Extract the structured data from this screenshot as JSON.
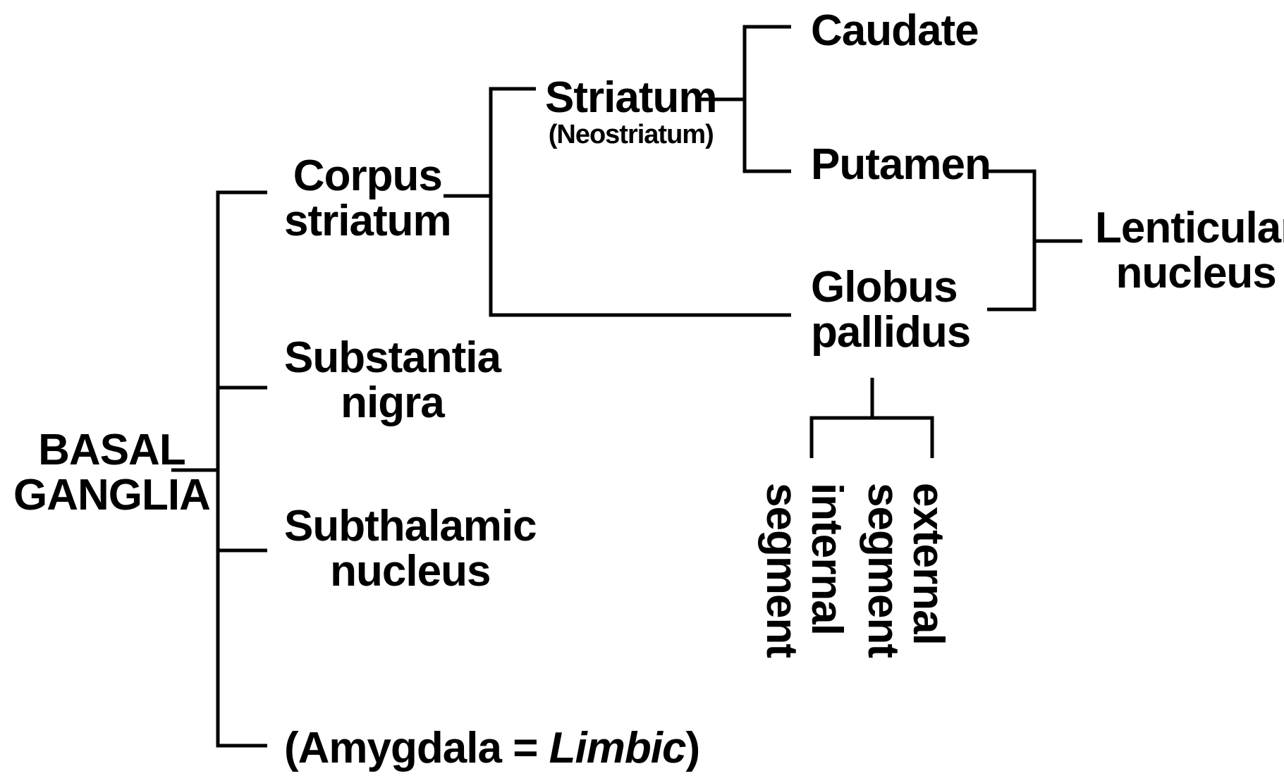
{
  "root": {
    "line1": "BASAL",
    "line2": "GANGLIA"
  },
  "corpus_striatum": {
    "line1": "Corpus",
    "line2": "striatum"
  },
  "substantia_nigra": {
    "line1": "Substantia",
    "line2": "nigra"
  },
  "subthalamic_nucleus": {
    "line1": "Subthalamic",
    "line2": "nucleus"
  },
  "amygdala": {
    "open": "(Amygdala = ",
    "italic": "Limbic",
    "close": ")"
  },
  "striatum": {
    "label": "Striatum",
    "sublabel": "(Neostriatum)"
  },
  "caudate": {
    "label": "Caudate"
  },
  "putamen": {
    "label": "Putamen"
  },
  "globus_pallidus": {
    "line1": "Globus",
    "line2": "pallidus"
  },
  "lenticular_nucleus": {
    "line1": "Lenticular",
    "line2": "nucleus"
  },
  "internal_segment": {
    "line1": "internal",
    "line2": "segment"
  },
  "external_segment": {
    "line1": "external",
    "line2": "segment"
  }
}
